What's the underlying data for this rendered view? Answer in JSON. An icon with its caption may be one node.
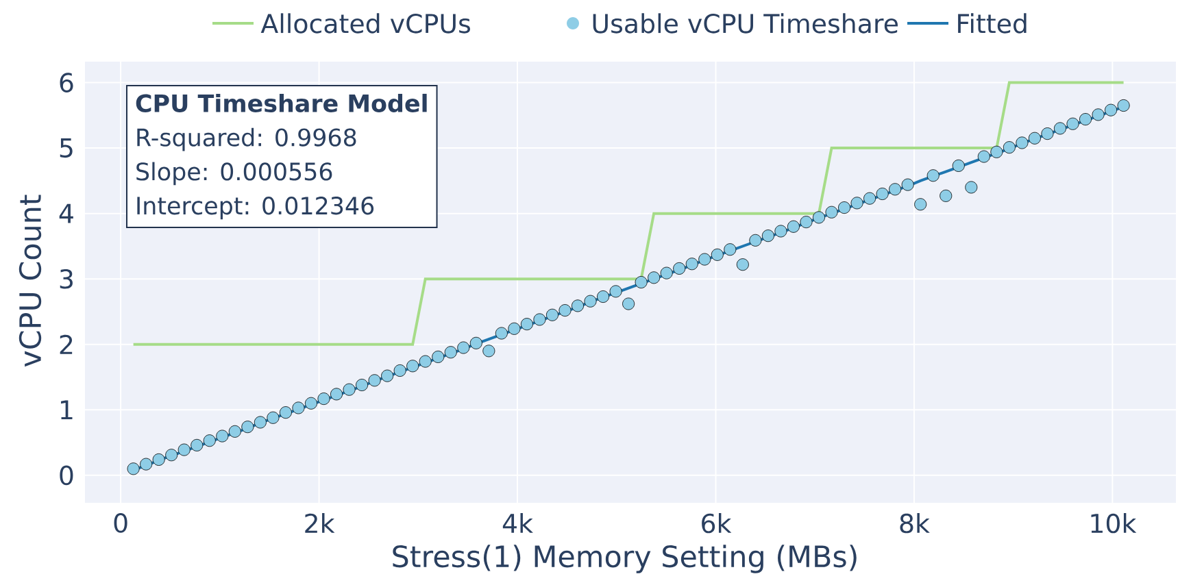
{
  "diagram": {
    "chart_data": {
      "type": "line",
      "xlabel": "Stress(1) Memory Setting (MBs)",
      "ylabel": "vCPU Count",
      "x": [
        128,
        256,
        384,
        512,
        640,
        768,
        896,
        1024,
        1152,
        1280,
        1408,
        1536,
        1664,
        1792,
        1920,
        2048,
        2176,
        2304,
        2432,
        2560,
        2688,
        2816,
        2944,
        3072,
        3200,
        3328,
        3456,
        3584,
        3712,
        3840,
        3968,
        4096,
        4224,
        4352,
        4480,
        4608,
        4736,
        4864,
        4992,
        5120,
        5248,
        5376,
        5504,
        5632,
        5760,
        5888,
        6016,
        6144,
        6272,
        6400,
        6528,
        6656,
        6784,
        6912,
        7040,
        7168,
        7296,
        7424,
        7552,
        7680,
        7808,
        7936,
        8064,
        8192,
        8320,
        8448,
        8576,
        8704,
        8832,
        8960,
        9088,
        9216,
        9344,
        9472,
        9600,
        9728,
        9856,
        9984,
        10112
      ],
      "series": [
        {
          "name": "Allocated vCPUs",
          "color": "#a6dc88",
          "type": "line",
          "values": [
            2,
            2,
            2,
            2,
            2,
            2,
            2,
            2,
            2,
            2,
            2,
            2,
            2,
            2,
            2,
            2,
            2,
            2,
            2,
            2,
            2,
            2,
            2,
            3,
            3,
            3,
            3,
            3,
            3,
            3,
            3,
            3,
            3,
            3,
            3,
            3,
            3,
            3,
            3,
            3,
            3,
            4,
            4,
            4,
            4,
            4,
            4,
            4,
            4,
            4,
            4,
            4,
            4,
            4,
            4,
            5,
            5,
            5,
            5,
            5,
            5,
            5,
            5,
            5,
            5,
            5,
            5,
            5,
            5,
            6,
            6,
            6,
            6,
            6,
            6,
            6,
            6,
            6,
            6
          ]
        },
        {
          "name": "Usable vCPU Timeshare",
          "color": "#8ecde6",
          "type": "scatter",
          "values": [
            0.1,
            0.17,
            0.24,
            0.31,
            0.39,
            0.46,
            0.53,
            0.6,
            0.67,
            0.74,
            0.81,
            0.88,
            0.96,
            1.03,
            1.1,
            1.17,
            1.24,
            1.31,
            1.38,
            1.45,
            1.52,
            1.6,
            1.67,
            1.74,
            1.81,
            1.88,
            1.95,
            2.02,
            1.9,
            2.17,
            2.24,
            2.31,
            2.38,
            2.45,
            2.52,
            2.59,
            2.66,
            2.73,
            2.81,
            2.62,
            2.95,
            3.02,
            3.09,
            3.16,
            3.23,
            3.3,
            3.37,
            3.45,
            3.22,
            3.59,
            3.66,
            3.73,
            3.8,
            3.87,
            3.94,
            4.02,
            4.09,
            4.16,
            4.23,
            4.3,
            4.37,
            4.44,
            4.14,
            4.58,
            4.27,
            4.73,
            4.4,
            4.87,
            4.94,
            5.01,
            5.08,
            5.15,
            5.22,
            5.3,
            5.37,
            5.44,
            5.51,
            5.58,
            5.65
          ]
        },
        {
          "name": "Fitted",
          "color": "#1f77b0",
          "type": "line",
          "values": [
            0.08,
            0.15,
            0.23,
            0.3,
            0.37,
            0.44,
            0.51,
            0.58,
            0.65,
            0.72,
            0.8,
            0.87,
            0.94,
            1.01,
            1.08,
            1.15,
            1.22,
            1.29,
            1.36,
            1.44,
            1.51,
            1.58,
            1.65,
            1.72,
            1.79,
            1.86,
            1.93,
            2.01,
            2.08,
            2.15,
            2.22,
            2.29,
            2.36,
            2.43,
            2.5,
            2.57,
            2.65,
            2.72,
            2.79,
            2.86,
            2.93,
            3.0,
            3.07,
            3.14,
            3.21,
            3.29,
            3.36,
            3.43,
            3.5,
            3.57,
            3.64,
            3.71,
            3.78,
            3.86,
            3.93,
            4.0,
            4.07,
            4.14,
            4.21,
            4.28,
            4.35,
            4.42,
            4.5,
            4.57,
            4.64,
            4.71,
            4.78,
            4.85,
            4.92,
            4.99,
            5.07,
            5.14,
            5.21,
            5.28,
            5.35,
            5.42,
            5.49,
            5.56,
            5.63
          ]
        }
      ],
      "xlim": [
        -360,
        10640
      ],
      "ylim": [
        -0.42,
        6.32
      ],
      "xticks": [
        {
          "value": 0,
          "label": "0"
        },
        {
          "value": 2000,
          "label": "2k"
        },
        {
          "value": 4000,
          "label": "4k"
        },
        {
          "value": 6000,
          "label": "6k"
        },
        {
          "value": 8000,
          "label": "8k"
        },
        {
          "value": 10000,
          "label": "10k"
        }
      ],
      "yticks": [
        0,
        1,
        2,
        3,
        4,
        5,
        6
      ],
      "grid": true,
      "legend": "top",
      "annotations": [
        "CPU Timeshare Model",
        "R-squared: 0.9968",
        "Slope: 0.000556",
        "Intercept: 0.012346"
      ]
    }
  }
}
